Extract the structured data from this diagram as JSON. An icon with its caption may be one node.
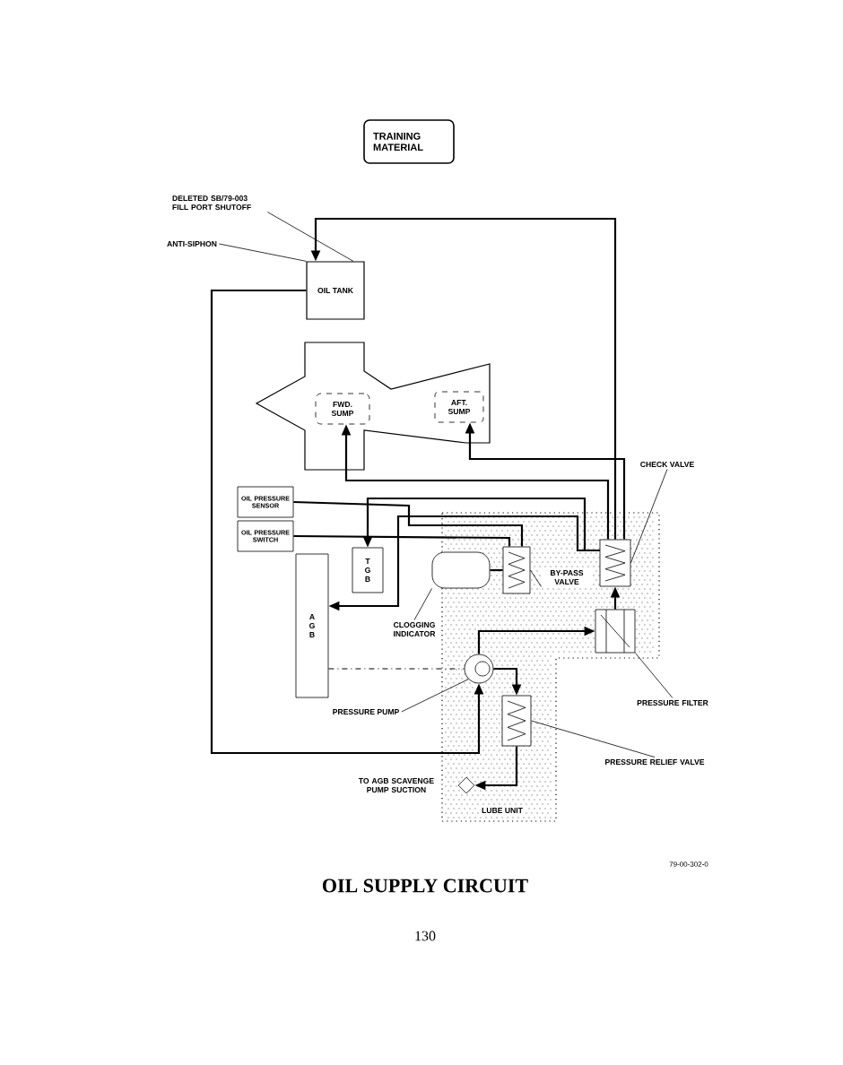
{
  "diagram": {
    "title": "OIL SUPPLY CIRCUIT",
    "nodes": [
      {
        "text": [
          "TRAINING MATERIAL"
        ]
      },
      {
        "text": [
          "DELETED SB/79-003 FILL PORT SHUTOFF"
        ]
      },
      {
        "text": [
          "ANTI-SIPHON"
        ]
      },
      {
        "text": [
          "OIL TANK"
        ]
      },
      {
        "text": [
          "FWD. SUMP"
        ]
      },
      {
        "text": [
          "AFT. SUMP"
        ]
      },
      {
        "text": [
          "CHECK VALVE"
        ]
      },
      {
        "text": [
          "OIL PRESSURE SENSOR"
        ]
      },
      {
        "text": [
          "OIL PRESSURE SWITCH"
        ]
      },
      {
        "text": [
          "T G B"
        ]
      },
      {
        "text": [
          "A G B"
        ]
      },
      {
        "text": [
          "LUBE UNIT"
        ]
      },
      {
        "text": [],
        "shape": "box",
        "in": 11
      },
      {
        "text": [
          "BY-PASS VALVE"
        ],
        "in": 11
      },
      {
        "text": [],
        "shape": "box",
        "in": 11
      },
      {
        "text": [],
        "shape": "cylinder"
      },
      {
        "text": [
          "CLOGGING INDICATOR"
        ]
      },
      {
        "text": [],
        "shape": "box",
        "in": 11
      },
      {
        "text": [
          "PRESSURE FILTER"
        ]
      },
      {
        "text": [],
        "shape": "circle",
        "in": 11
      },
      {
        "text": [
          "PRESSURE PUMP"
        ]
      },
      {
        "text": [],
        "shape": "box",
        "in": 11
      },
      {
        "text": [
          "PRESSURE RELIEF VALVE"
        ]
      },
      {
        "text": [],
        "shape": "diamond",
        "in": 11
      }
    ],
    "edges": [
      {
        "from": 1,
        "to": 3,
        "arrow": "none"
      },
      {
        "from": 2,
        "to": 3,
        "arrow": "none"
      },
      {
        "from": 6,
        "to": 12,
        "arrow": "none"
      },
      {
        "from": 13,
        "to": 14,
        "arrow": "none"
      },
      {
        "from": 16,
        "to": 15,
        "arrow": "none"
      },
      {
        "from": 18,
        "to": 17,
        "arrow": "none"
      },
      {
        "from": 20,
        "to": 19,
        "arrow": "none"
      },
      {
        "from": 22,
        "to": 21,
        "arrow": "none"
      },
      {
        "from": 3,
        "to": 19,
        "arrow": "to"
      },
      {
        "from": 19,
        "to": 17,
        "arrow": "to"
      },
      {
        "from": 17,
        "to": 12,
        "arrow": "to"
      },
      {
        "from": 12,
        "to": 3,
        "arrow": "to"
      },
      {
        "from": 12,
        "to": 5,
        "arrow": "to"
      },
      {
        "from": 12,
        "to": 4,
        "arrow": "to"
      },
      {
        "from": 12,
        "to": 9,
        "arrow": "to"
      },
      {
        "from": 12,
        "to": 10,
        "arrow": "to"
      },
      {
        "from": 14,
        "to": 7,
        "arrow": "none"
      },
      {
        "from": 14,
        "to": 8,
        "arrow": "none"
      },
      {
        "from": 19,
        "to": 21,
        "arrow": "to"
      },
      {
        "from": 21,
        "to": 23,
        "arrow": "to"
      },
      {
        "from": 15,
        "to": 14,
        "arrow": "none"
      },
      {
        "from": 10,
        "to": 19,
        "arrow": "none",
        "style": "dashed"
      }
    ],
    "labels": [
      "TO AGB SCAVENGE PUMP SUCTION",
      "79-00-302-0",
      "130"
    ]
  }
}
